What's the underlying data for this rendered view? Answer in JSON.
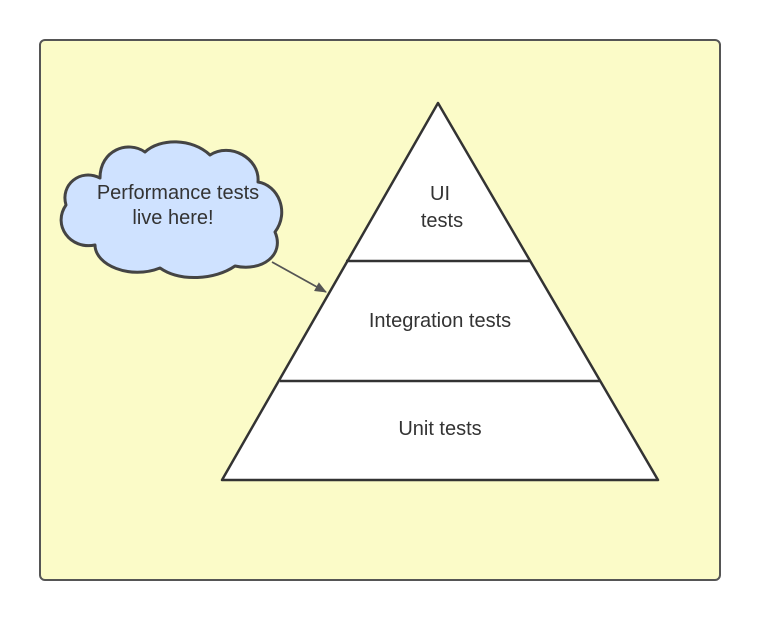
{
  "colors": {
    "page_background": "#ffffff",
    "panel_fill": "#fbfbc8",
    "panel_stroke": "#555555",
    "pyramid_fill": "#ffffff",
    "pyramid_stroke": "#333333",
    "cloud_fill": "#cfe2ff",
    "cloud_stroke": "#444444",
    "arrow_color": "#555555",
    "text_color": "#333333"
  },
  "pyramid": {
    "top_tier": {
      "line1": "UI",
      "line2": "tests"
    },
    "middle_tier": {
      "label": "Integration tests"
    },
    "bottom_tier": {
      "label": "Unit tests"
    }
  },
  "callout": {
    "line1": "Performance tests",
    "line2": "live here!"
  }
}
